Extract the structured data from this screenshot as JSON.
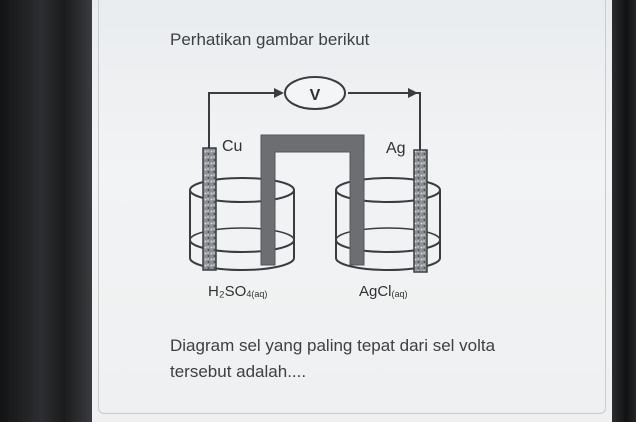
{
  "heading": "Perhatikan gambar berikut",
  "question": "Diagram sel yang paling tepat dari sel volta tersebut adalah....",
  "diagram": {
    "voltmeter": "V",
    "left_electrode": "Cu",
    "right_electrode": "Ag",
    "left_solution_main": "H₂SO",
    "left_solution_sub": "4(aq)",
    "right_solution_main": "AgCl",
    "right_solution_sub": "(aq)"
  },
  "colors": {
    "text": "#3d3f42",
    "line": "#3a3c40",
    "salt_bridge": "#6c6e72",
    "screen": "#eef0f1"
  }
}
